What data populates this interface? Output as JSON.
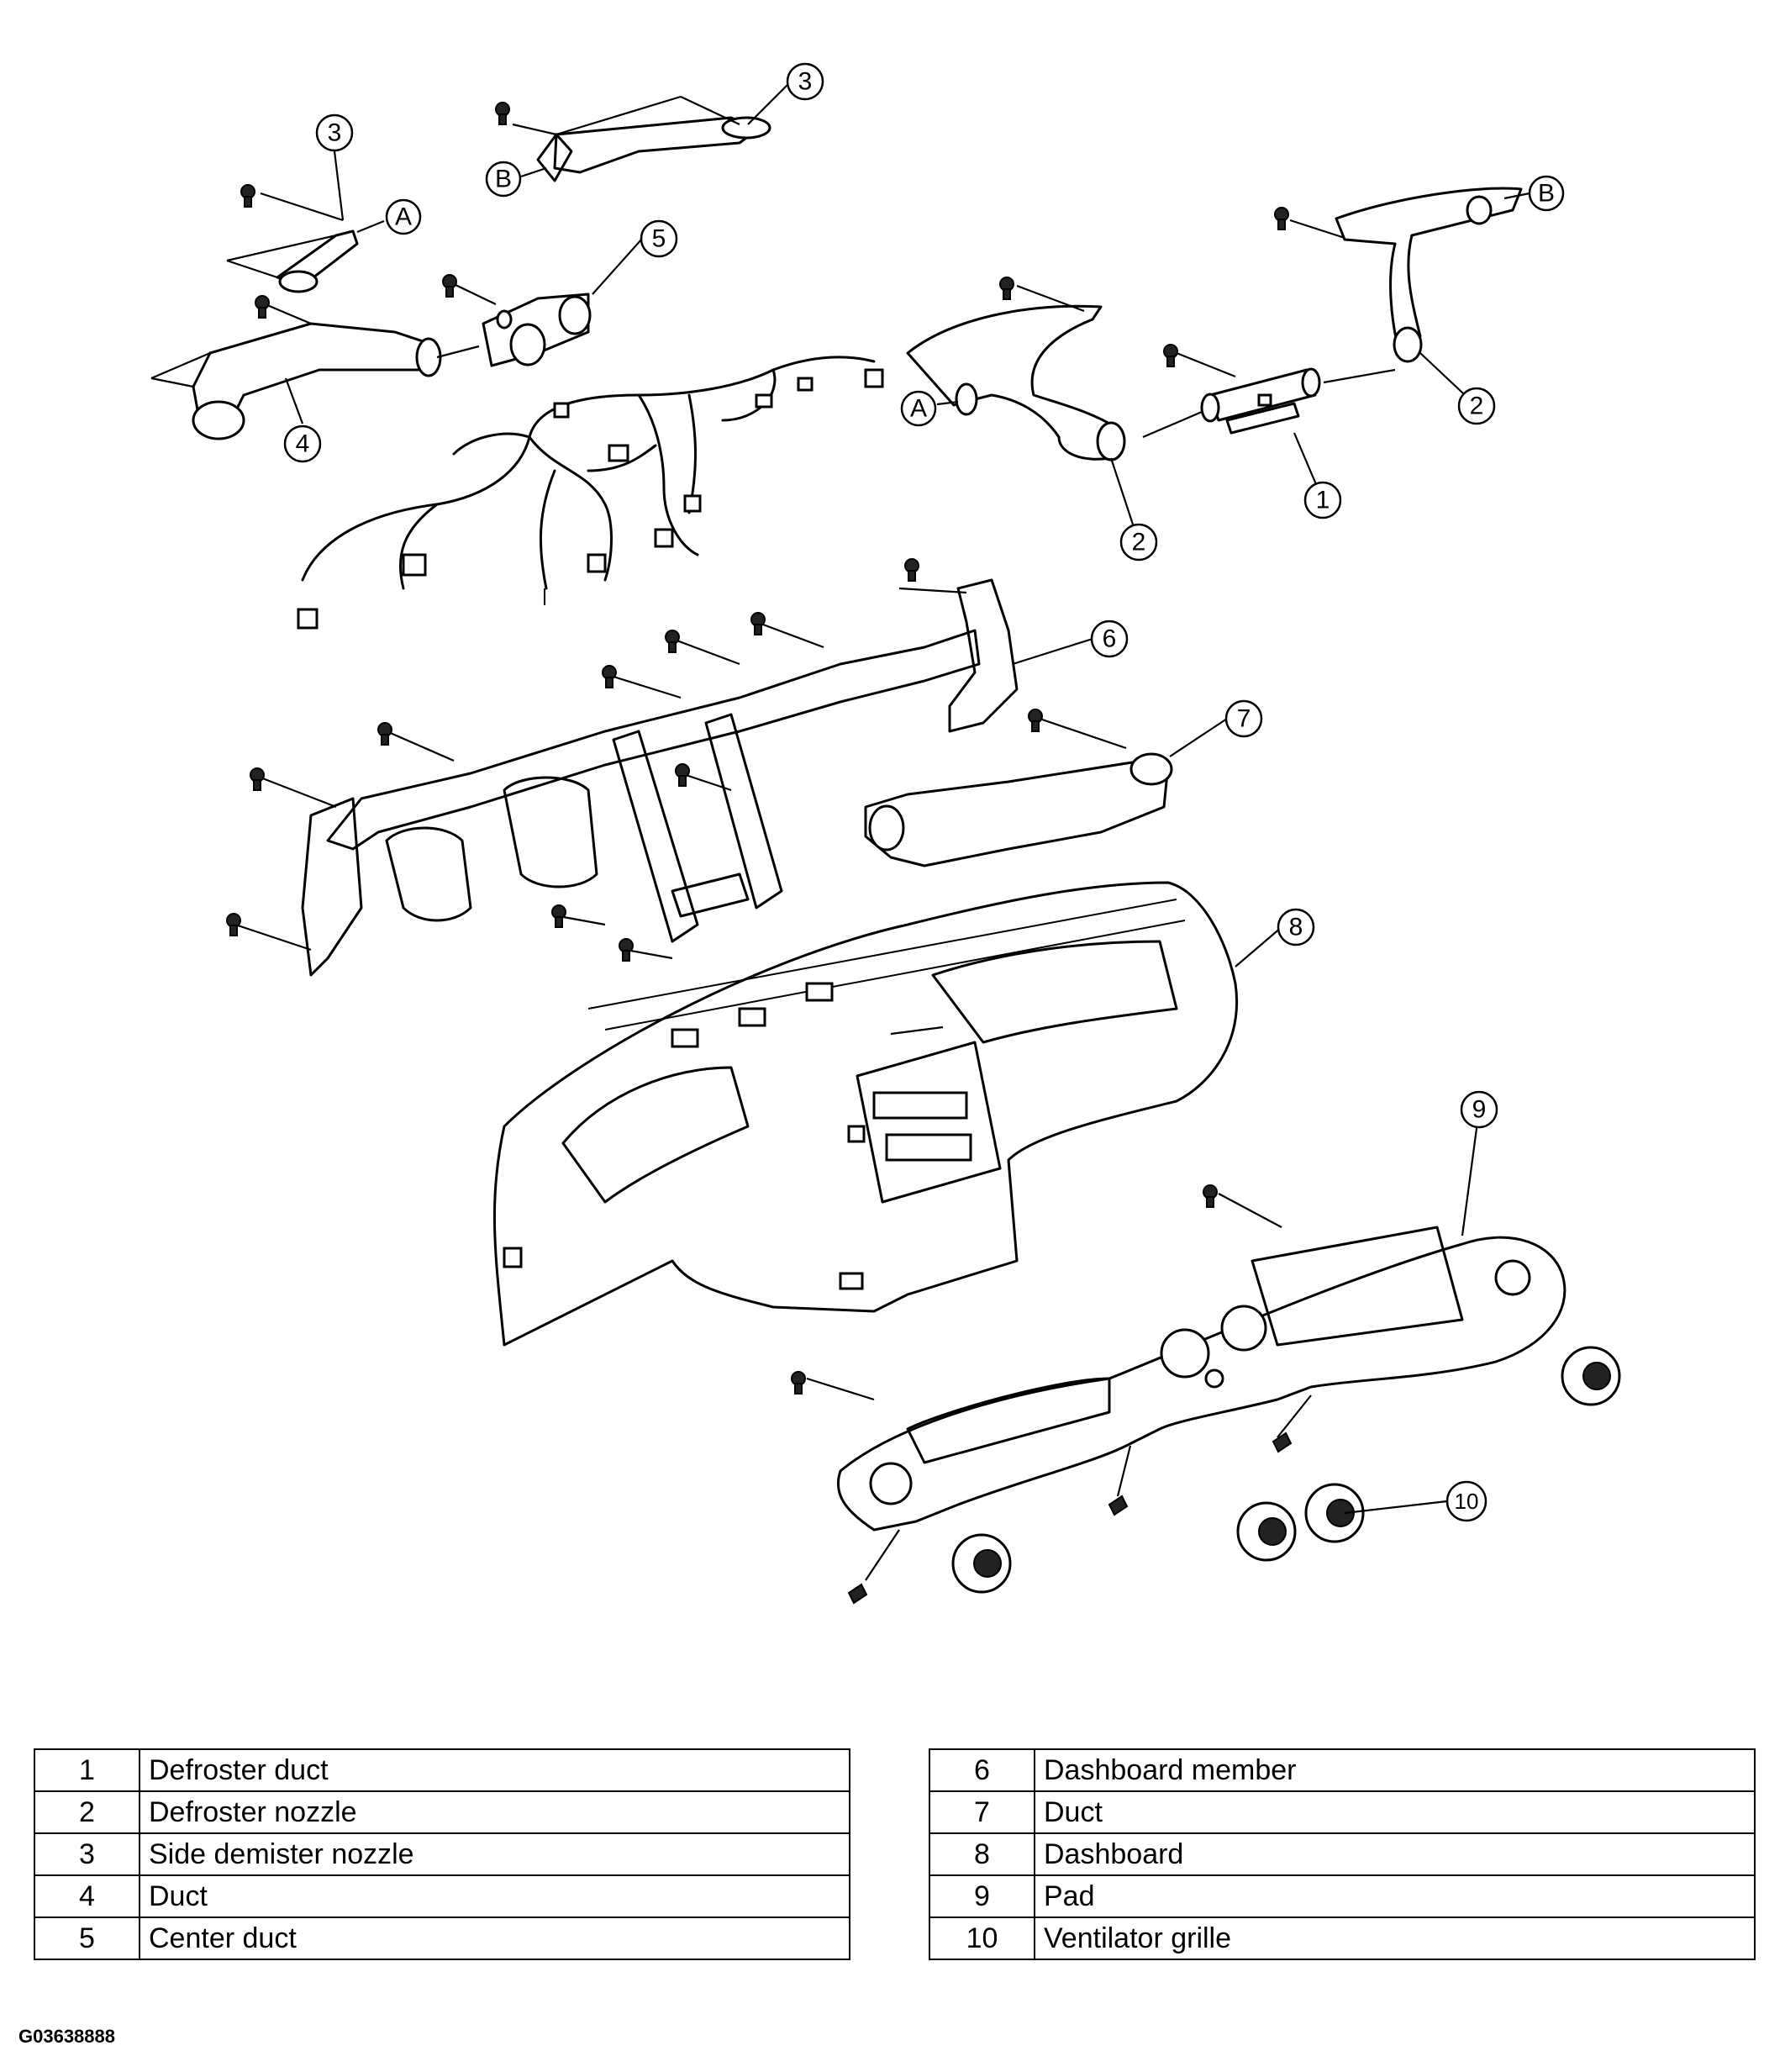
{
  "callouts": {
    "c1": "1",
    "c2a": "2",
    "c2b": "2",
    "c3a": "3",
    "c3b": "3",
    "c4": "4",
    "c5": "5",
    "c6": "6",
    "c7": "7",
    "c8": "8",
    "c9": "9",
    "c10": "10",
    "ref_a1": "A",
    "ref_a2": "A",
    "ref_b1": "B",
    "ref_b2": "B"
  },
  "legend_left": [
    {
      "num": "1",
      "name": "Defroster duct"
    },
    {
      "num": "2",
      "name": "Defroster nozzle"
    },
    {
      "num": "3",
      "name": "Side demister nozzle"
    },
    {
      "num": "4",
      "name": "Duct"
    },
    {
      "num": "5",
      "name": "Center duct"
    }
  ],
  "legend_right": [
    {
      "num": "6",
      "name": "Dashboard member"
    },
    {
      "num": "7",
      "name": "Duct"
    },
    {
      "num": "8",
      "name": "Dashboard"
    },
    {
      "num": "9",
      "name": "Pad"
    },
    {
      "num": "10",
      "name": "Ventilator grille"
    }
  ],
  "figure_code": "G03638888"
}
